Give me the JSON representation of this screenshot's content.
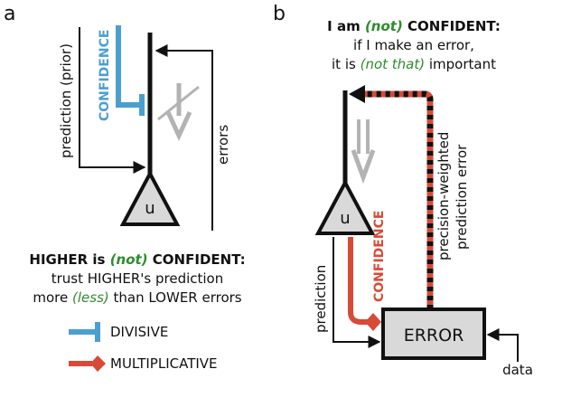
{
  "panel_a": {
    "label": "a",
    "prediction_label": "prediction (prior)",
    "confidence_label": "CONFIDENCE",
    "errors_label": "errors",
    "unit_label": "u",
    "statement_1_pre": "HIGHER is ",
    "statement_1_neg": "(not)",
    "statement_1_post": " CONFIDENT:",
    "statement_2": "trust HIGHER's prediction",
    "statement_3_pre": "more ",
    "statement_3_neg": "(less)",
    "statement_3_post": " than LOWER errors",
    "legend": [
      {
        "label": "DIVISIVE",
        "color": "#4a9fd0"
      },
      {
        "label": "MULTIPLICATIVE",
        "color": "#d84a36"
      }
    ]
  },
  "panel_b": {
    "label": "b",
    "heading_1_pre": "I am ",
    "heading_1_neg": "(not)",
    "heading_1_post": " CONFIDENT:",
    "heading_2": "if I make an error,",
    "heading_3_pre": "it is ",
    "heading_3_neg": "(not that)",
    "heading_3_post": " important",
    "unit_label": "u",
    "confidence_label": "CONFIDENCE",
    "precision_line_1": "precision-weighted",
    "precision_line_2": "prediction error",
    "prediction_label": "prediction",
    "error_box_label": "ERROR",
    "data_label": "data"
  },
  "colors": {
    "blue": "#4a9fd0",
    "red": "#d84a36",
    "gray_fill": "#d9d9d9",
    "gray_arrow": "#b3b3b3",
    "green": "#2e8b2e"
  }
}
